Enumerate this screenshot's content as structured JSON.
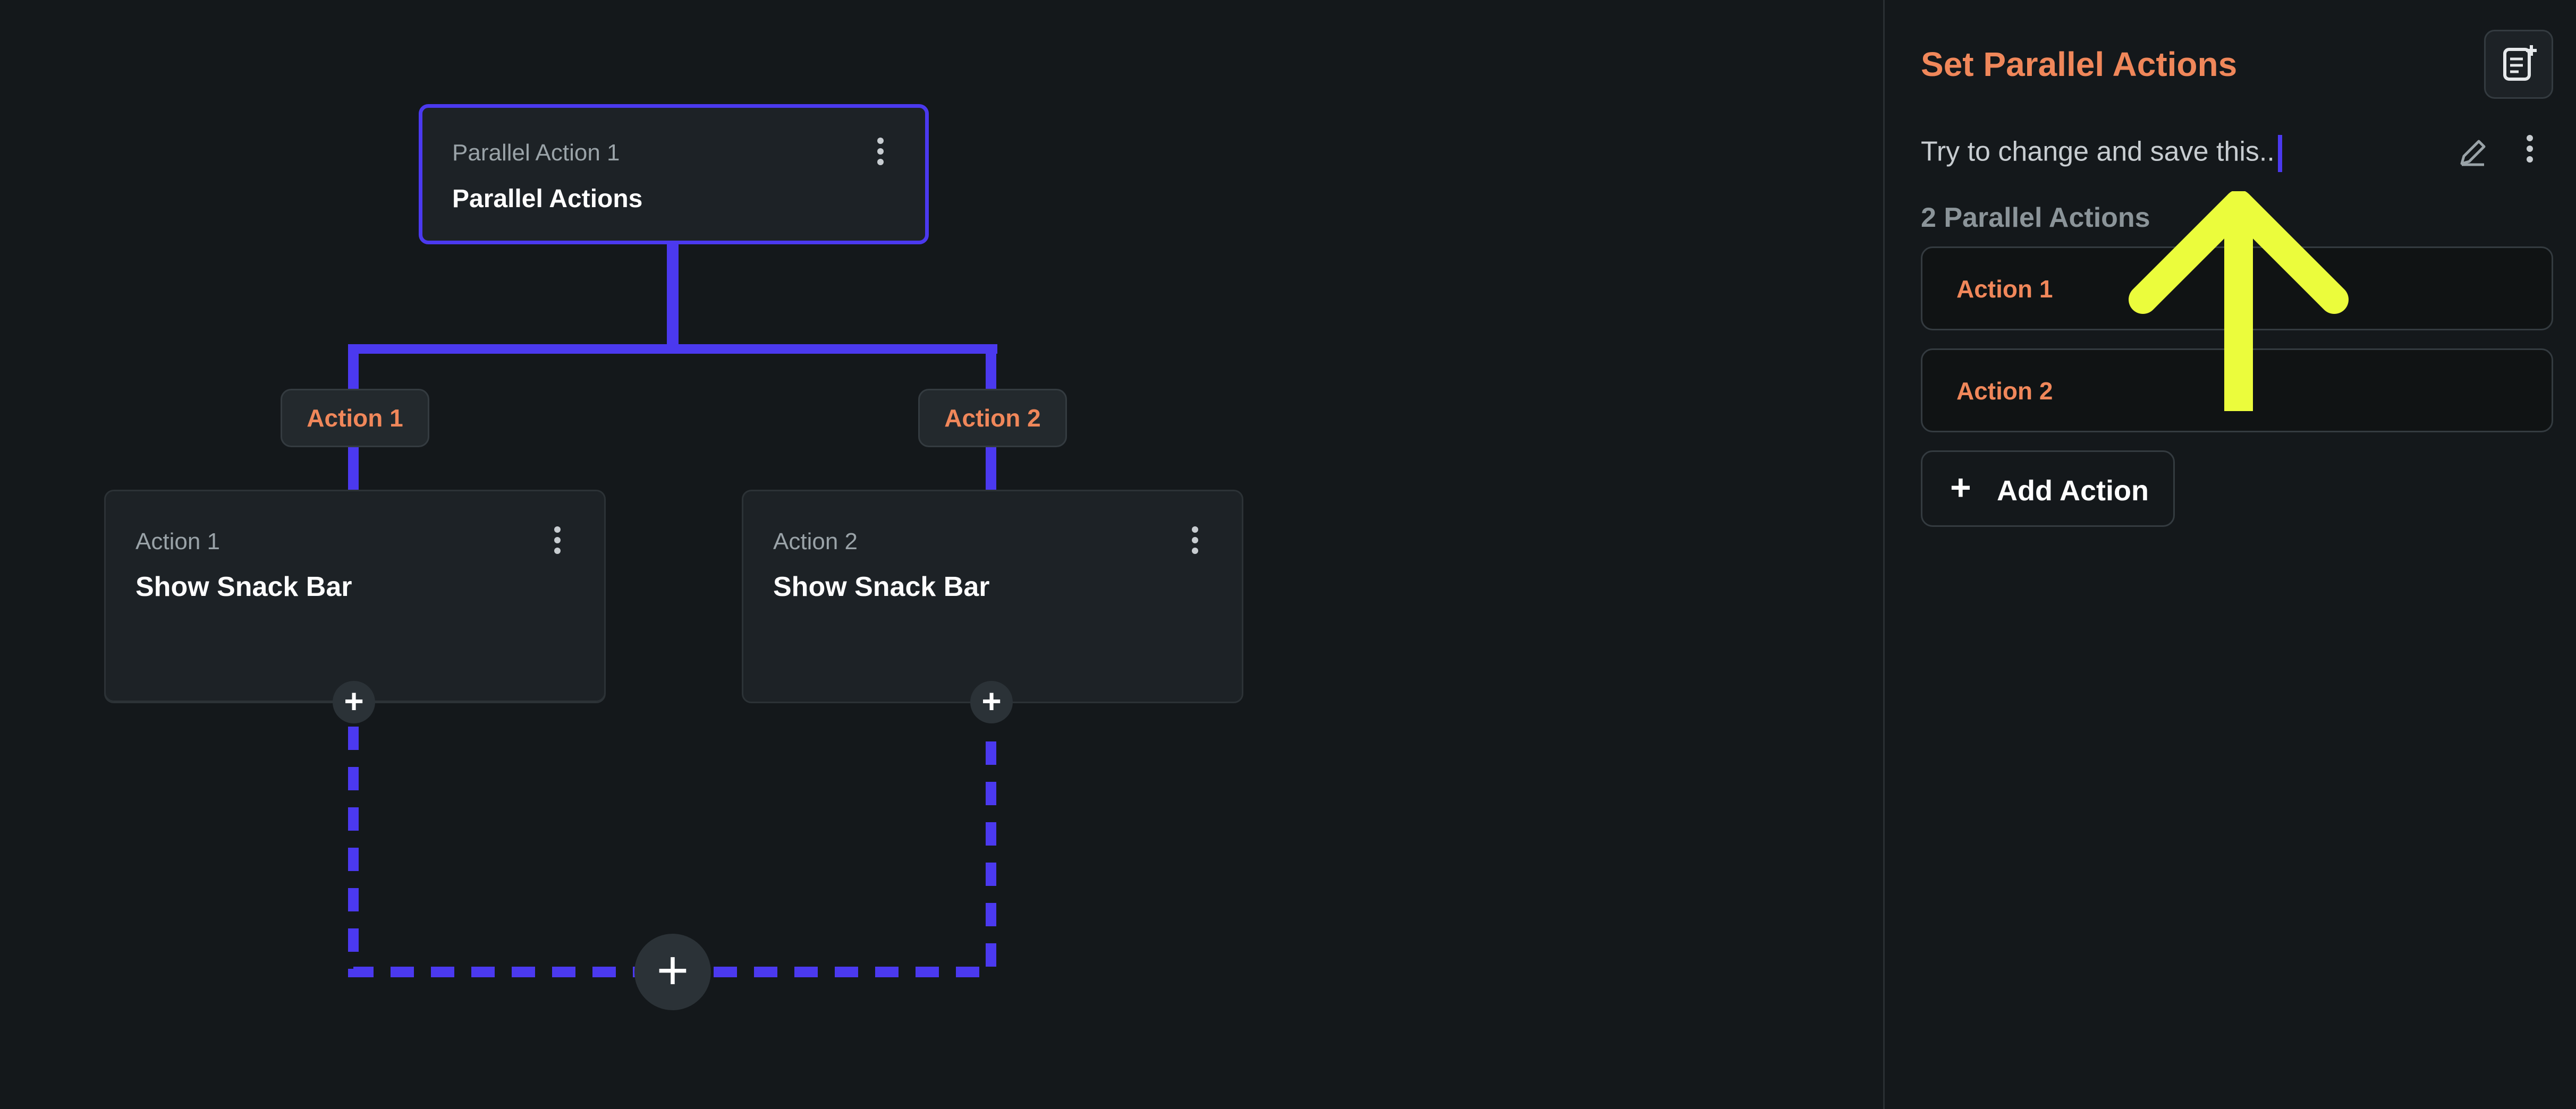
{
  "canvas": {
    "root_node": {
      "subtitle": "Parallel Action 1",
      "title": "Parallel Actions"
    },
    "branch_chips": [
      "Action 1",
      "Action 2"
    ],
    "child_nodes": [
      {
        "subtitle": "Action 1",
        "title": "Show Snack Bar"
      },
      {
        "subtitle": "Action 2",
        "title": "Show Snack Bar"
      }
    ],
    "add_symbol": "+"
  },
  "panel": {
    "title": "Set Parallel Actions",
    "description": "Try to change and save this..",
    "count_label": "2 Parallel Actions",
    "actions": [
      "Action 1",
      "Action 2"
    ],
    "add_action_label": "Add Action",
    "add_action_symbol": "+"
  },
  "colors": {
    "background": "#14181b",
    "accent": "#4b39ef",
    "orange": "#f0875a",
    "annotation_arrow": "#ebfc3c"
  },
  "icons": [
    "more-vert-icon",
    "plus-icon",
    "edit-pencil-icon",
    "add-note-icon",
    "up-arrow-annotation"
  ]
}
